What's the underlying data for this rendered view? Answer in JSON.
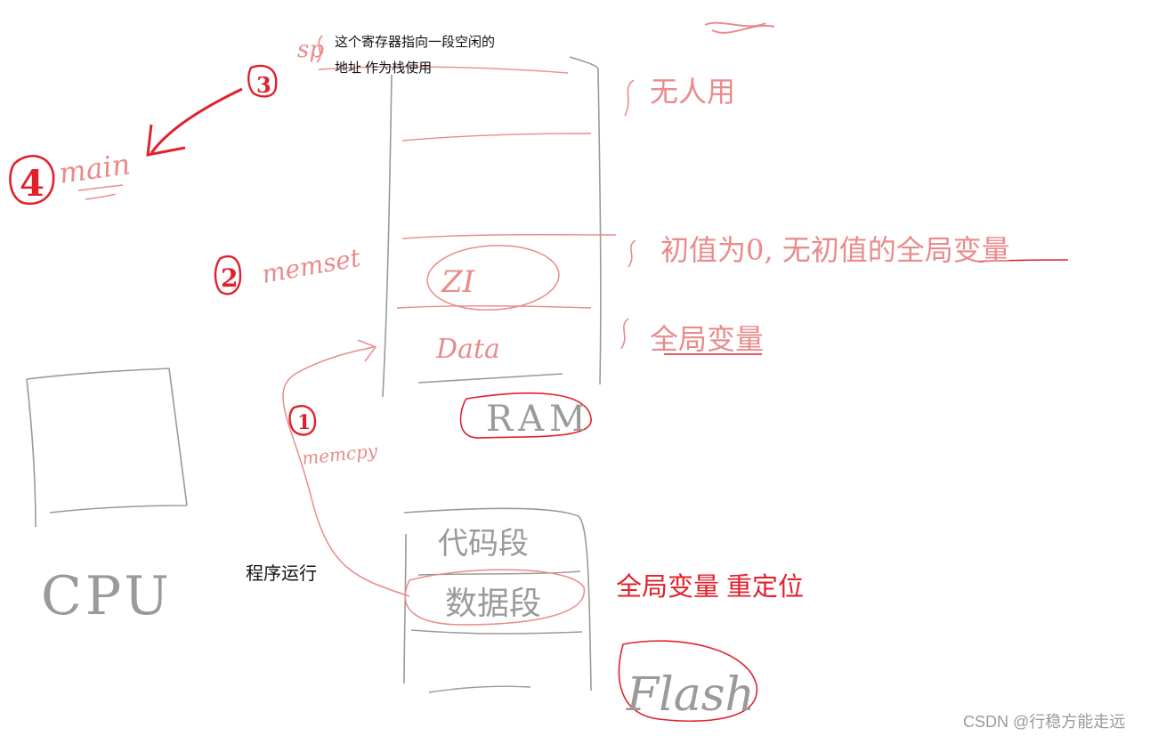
{
  "sp_note": {
    "line1": "这个寄存器指向一段空闲的",
    "line2": "地址 作为栈使用"
  },
  "steps": {
    "n1": "1",
    "n2": "2",
    "n3": "3",
    "n4": "4",
    "main": "main",
    "memset": "memset",
    "memcpy": "memcpy"
  },
  "ram": {
    "sp_label": "sp",
    "zi": "ZI",
    "data": "Data",
    "label": "RAM",
    "unused": "无人用",
    "zi_note": "初值为0, 无初值的全局变量",
    "data_note": "全局变量"
  },
  "flash": {
    "code": "代码段",
    "data": "数据段",
    "label": "Flash"
  },
  "cpu": {
    "label": "CPU"
  },
  "program_run": "程序运行",
  "relocation_note": "全局变量 重定位",
  "watermark": "CSDN @行稳方能走远",
  "colors": {
    "ink_red": "#e0212b",
    "ink_pink": "#e98b8b",
    "ink_gray": "#9a9a9a",
    "text": "#111111"
  }
}
